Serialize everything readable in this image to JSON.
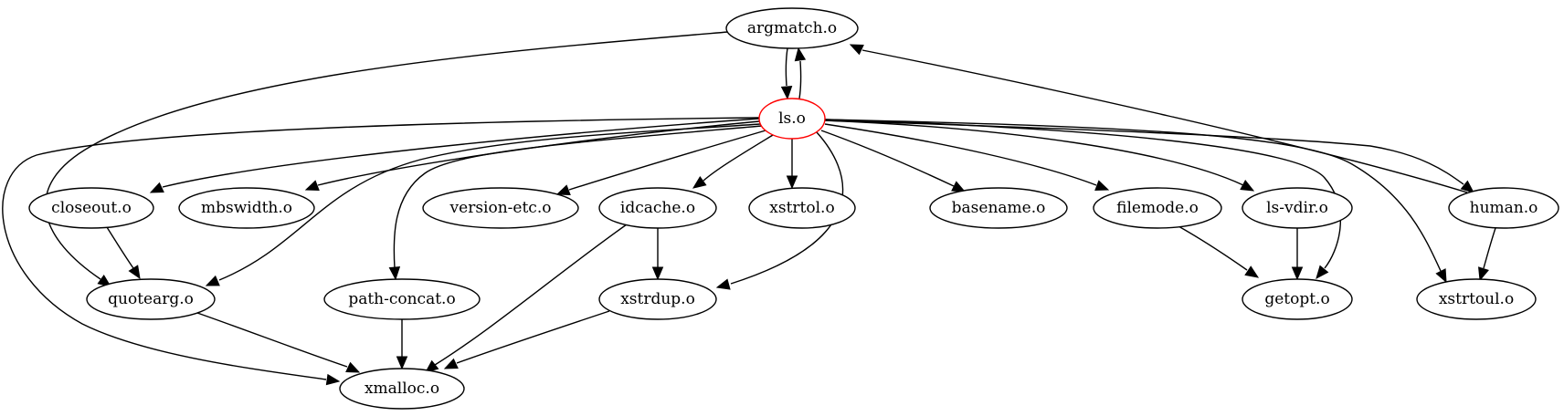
{
  "diagram": {
    "type": "dependency-graph",
    "highlight_color": "#ff0000",
    "nodes": [
      {
        "id": "argmatch",
        "label": "argmatch.o"
      },
      {
        "id": "ls",
        "label": "ls.o",
        "highlight": true
      },
      {
        "id": "closeout",
        "label": "closeout.o"
      },
      {
        "id": "mbswidth",
        "label": "mbswidth.o"
      },
      {
        "id": "version_etc",
        "label": "version-etc.o"
      },
      {
        "id": "idcache",
        "label": "idcache.o"
      },
      {
        "id": "xstrtol",
        "label": "xstrtol.o"
      },
      {
        "id": "basename",
        "label": "basename.o"
      },
      {
        "id": "filemode",
        "label": "filemode.o"
      },
      {
        "id": "ls_vdir",
        "label": "ls-vdir.o"
      },
      {
        "id": "human",
        "label": "human.o"
      },
      {
        "id": "quotearg",
        "label": "quotearg.o"
      },
      {
        "id": "path_concat",
        "label": "path-concat.o"
      },
      {
        "id": "xstrdup",
        "label": "xstrdup.o"
      },
      {
        "id": "getopt",
        "label": "getopt.o"
      },
      {
        "id": "xstrtoul",
        "label": "xstrtoul.o"
      },
      {
        "id": "xmalloc",
        "label": "xmalloc.o"
      }
    ],
    "edges": [
      {
        "from": "argmatch",
        "to": "ls"
      },
      {
        "from": "ls",
        "to": "argmatch"
      },
      {
        "from": "argmatch",
        "to": "quotearg"
      },
      {
        "from": "human",
        "to": "argmatch"
      },
      {
        "from": "ls",
        "to": "closeout"
      },
      {
        "from": "ls",
        "to": "mbswidth"
      },
      {
        "from": "ls",
        "to": "quotearg"
      },
      {
        "from": "ls",
        "to": "path_concat"
      },
      {
        "from": "ls",
        "to": "version_etc"
      },
      {
        "from": "ls",
        "to": "idcache"
      },
      {
        "from": "ls",
        "to": "xstrtol"
      },
      {
        "from": "ls",
        "to": "xstrdup"
      },
      {
        "from": "ls",
        "to": "basename"
      },
      {
        "from": "ls",
        "to": "filemode"
      },
      {
        "from": "ls",
        "to": "ls_vdir"
      },
      {
        "from": "ls",
        "to": "getopt"
      },
      {
        "from": "ls",
        "to": "human"
      },
      {
        "from": "ls",
        "to": "xstrtoul"
      },
      {
        "from": "ls",
        "to": "xmalloc"
      },
      {
        "from": "closeout",
        "to": "quotearg"
      },
      {
        "from": "idcache",
        "to": "xstrdup"
      },
      {
        "from": "idcache",
        "to": "xmalloc"
      },
      {
        "from": "filemode",
        "to": "getopt"
      },
      {
        "from": "ls_vdir",
        "to": "getopt"
      },
      {
        "from": "human",
        "to": "xstrtoul"
      },
      {
        "from": "quotearg",
        "to": "xmalloc"
      },
      {
        "from": "path_concat",
        "to": "xmalloc"
      },
      {
        "from": "xstrdup",
        "to": "xmalloc"
      }
    ]
  }
}
